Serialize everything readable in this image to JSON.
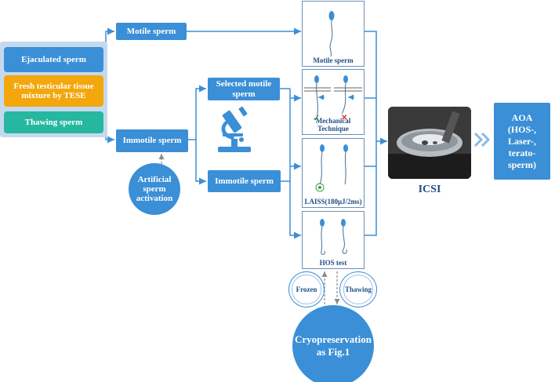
{
  "sources": {
    "ejaculated": "Ejaculated sperm",
    "fresh_tese": "Fresh testicular tissue mixture by TESE",
    "thawing": "Thawing sperm"
  },
  "nodes": {
    "motile": "Motile sperm",
    "immotile_left": "Immotile sperm",
    "selected_motile": "Selected motile sperm",
    "immotile_mid": "Immotile sperm",
    "aoa": "AOA (HOS-, Laser-, terato-sperm)"
  },
  "circles": {
    "activation": "Artificial sperm activation",
    "cryo": "Cryopreservation as Fig.1",
    "frozen": "Frozen",
    "thawing": "Thawing"
  },
  "panels": {
    "motile": "Motile sperm",
    "mechanical": "Mechanical Technique",
    "laiss": "LAISS(180μJ/2ms)",
    "hos": "HOS test"
  },
  "icsi_label": "ICSI",
  "marks": {
    "check": "✓",
    "cross": "✕"
  },
  "icons": {
    "microscope": "microscope-icon",
    "petri": "petri-dish-photo",
    "chevrons": "double-chevron-right-icon"
  },
  "colors": {
    "node": "#3a8fd6",
    "ejaculated": "#3a8fd6",
    "fresh_tese": "#f2a70c",
    "thawing": "#26b7a0",
    "panel_bg": "#c5d9ee",
    "line": "#3a8fd6",
    "chevron": "#8ab8e6"
  }
}
